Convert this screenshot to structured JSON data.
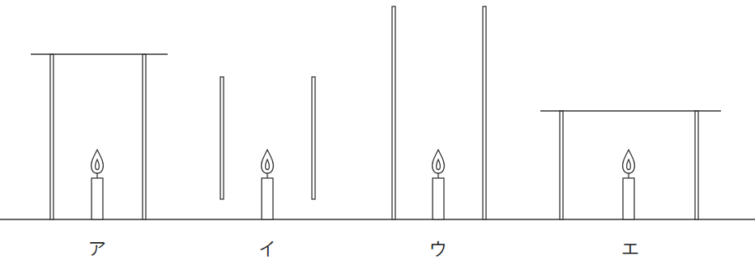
{
  "diagram": {
    "labels": [
      "ア",
      "イ",
      "ウ",
      "エ"
    ]
  }
}
